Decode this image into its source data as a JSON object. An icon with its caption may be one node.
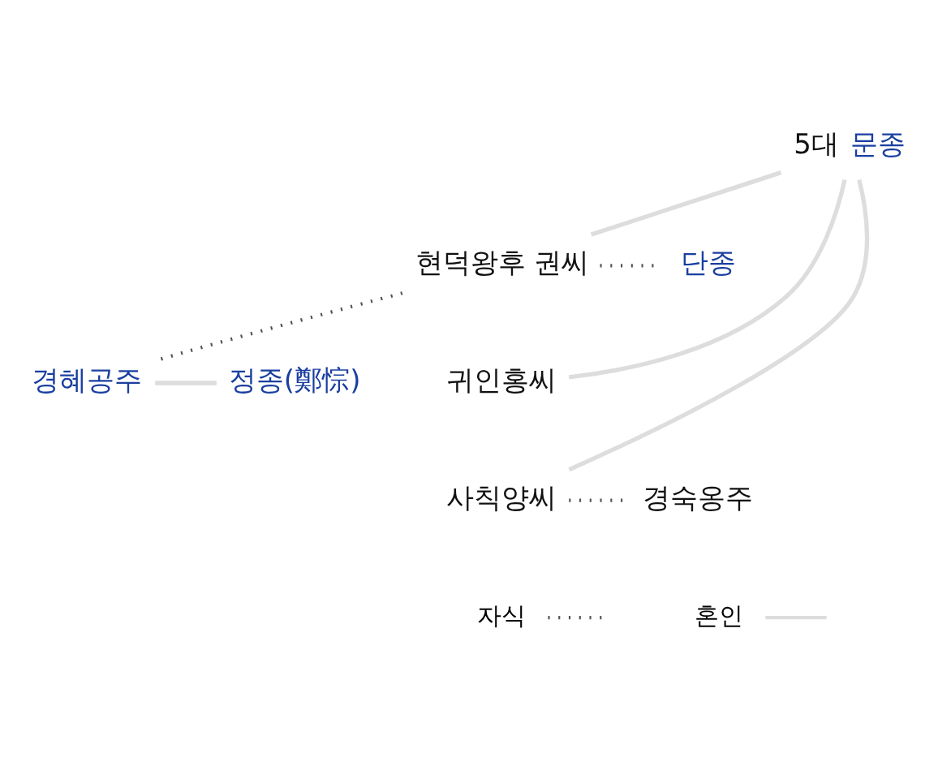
{
  "diagram": {
    "nodes": [
      {
        "text": [
          "5대",
          "문종"
        ]
      },
      {
        "text": [
          "현덕왕후 권씨"
        ]
      },
      {
        "text": [
          "단종"
        ]
      },
      {
        "text": [
          "경혜공주"
        ]
      },
      {
        "text": [
          "정종(鄭悰)"
        ]
      },
      {
        "text": [
          "귀인홍씨"
        ]
      },
      {
        "text": [
          "사칙양씨"
        ]
      },
      {
        "text": [
          "경숙옹주"
        ]
      }
    ],
    "edges": [
      {
        "from": 0,
        "to": 1,
        "arrow": "none"
      },
      {
        "from": 0,
        "to": 5,
        "arrow": "none"
      },
      {
        "from": 0,
        "to": 6,
        "arrow": "none"
      },
      {
        "from": 1,
        "to": 2,
        "arrow": "none",
        "style": "dashed",
        "color": "#555555"
      },
      {
        "from": 1,
        "to": 3,
        "arrow": "none",
        "style": "dashed",
        "color": "#555555"
      },
      {
        "from": 3,
        "to": 4,
        "arrow": "none"
      },
      {
        "from": 6,
        "to": 7,
        "arrow": "none",
        "style": "dashed",
        "color": "#555555"
      }
    ],
    "legend": [
      {
        "text": "자식"
      },
      {
        "text": "혼인"
      }
    ]
  }
}
